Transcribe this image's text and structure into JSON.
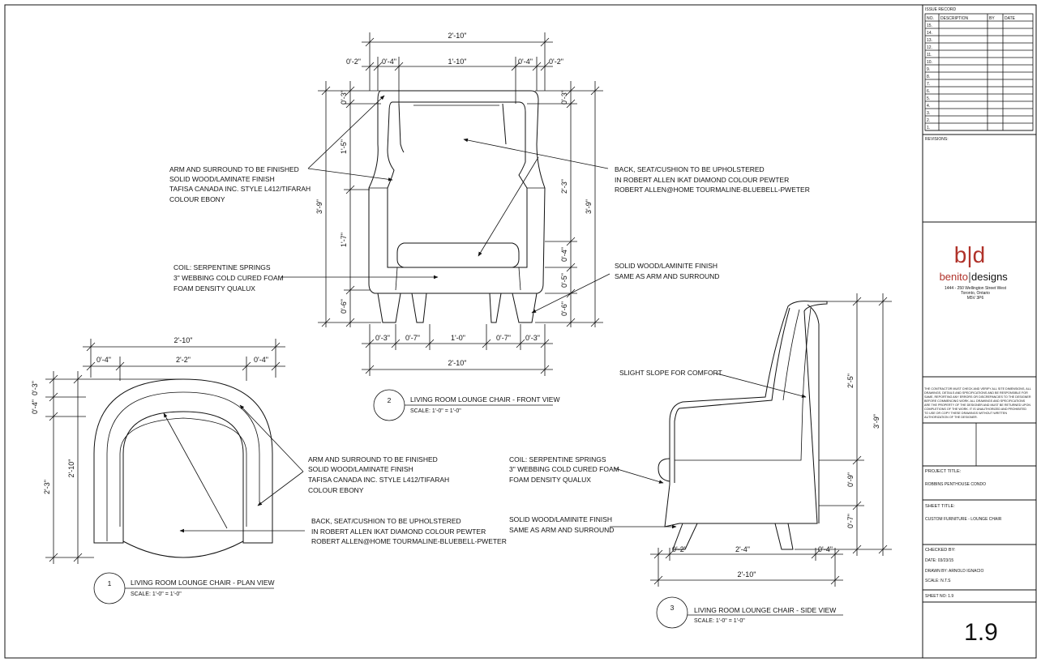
{
  "title_block": {
    "issue_record_label": "ISSUE RECORD",
    "issue_headers": [
      "NO.",
      "DESCRIPTION",
      "BY",
      "DATE"
    ],
    "issue_numbers": [
      "15.",
      "14.",
      "13.",
      "12.",
      "11.",
      "10.",
      "9.",
      "8.",
      "7.",
      "6.",
      "5.",
      "4.",
      "3.",
      "2.",
      "1."
    ],
    "revisions_label": "REVISIONS:",
    "logo_mark": "b|d",
    "logo_text_left": "benito",
    "logo_text_right": "designs",
    "address_line1": "1444 - 250 Wellington Street West",
    "address_line2": "Toronto, Ontario",
    "address_line3": "M5V 3P6",
    "disclaimer": [
      "THE CONTRACTOR MUST CHECK AND VERIFY ALL SITE DIMENSIONS, ALL",
      "DRAWINGS, DETAILS AND SPECIFICATIONS AND BE RESPONSIBLE FOR",
      "SAME, REPORTING ANY ERRORS OR DISCREPANCIES TO THE DESIGNER",
      "BEFORE COMMENCING WORK. ALL DRAWINGS AND SPECIFICATIONS",
      "ARE THE PROPERTY OF THE DESIGNER AND MUST BE RETURNED UPON",
      "COMPLETIONS OF THE WORK. IT IS UNAUTHORIZED AND PROHIBITED",
      "TO USE OR COPY THESE DRAWINGS WITHOUT WRITTEN",
      "AUTHORIZATION OF THE DESIGNER."
    ],
    "project_title_label": "PROJECT TITLE:",
    "project_title": "ROBBINS PENTHOUSE CONDO",
    "sheet_title_label": "SHEET TITLE:",
    "sheet_title": "CUSTOM FURNITURE - LOUNGE CHAIR",
    "checked_by": "CHECKED BY:",
    "date": "DATE:  03/23/15",
    "drawn_by": "DRAWN BY:  ARNOLD IGNACIO",
    "scale": "SCALE:  N.T.S",
    "sheet_no": "SHEET NO:  1.9",
    "sheet_number_large": "1.9"
  },
  "front_view": {
    "number": "2",
    "title": "LIVING ROOM LOUNGE CHAIR - FRONT VIEW",
    "scale": "SCALE:  1'-0\" = 1'-0\"",
    "dims": {
      "top_overall": "2'-10\"",
      "top_a": "0'-2\"",
      "top_b": "0'-4\"",
      "top_c": "1'-10\"",
      "top_d": "0'-4\"",
      "top_e": "0'-2\"",
      "left_a": "0'-3\"",
      "left_b": "1'-5\"",
      "left_c": "1'-7\"",
      "left_d": "0'-6\"",
      "left_overall": "3'-9\"",
      "right_a": "0'-3\"",
      "right_b": "2'-3\"",
      "right_c": "0'-4\"",
      "right_d": "0'-5\"",
      "right_e": "0'-6\"",
      "right_overall": "3'-9\"",
      "bottom_a": "0'-3\"",
      "bottom_b": "0'-7\"",
      "bottom_c": "1'-0\"",
      "bottom_d": "0'-7\"",
      "bottom_e": "0'-3\"",
      "bottom_overall": "2'-10\""
    },
    "note_arm": [
      "ARM AND SURROUND TO BE FINISHED",
      "SOLID WOOD/LAMINATE FINISH",
      "TAFISA CANADA INC. STYLE L412/TIFARAH",
      "COLOUR EBONY"
    ],
    "note_back": [
      "BACK, SEAT/CUSHION TO BE UPHOLSTERED",
      "IN ROBERT ALLEN IKAT DIAMOND COLOUR PEWTER",
      "ROBERT ALLEN@HOME TOURMALINE-BLUEBELL-PWETER"
    ],
    "note_coil": [
      "COIL: SERPENTINE SPRINGS",
      "3\" WEBBING COLD CURED FOAM",
      "FOAM DENSITY QUALUX"
    ],
    "note_solid": [
      "SOLID WOOD/LAMINITE FINISH",
      "SAME AS ARM AND SURROUND"
    ]
  },
  "plan_view": {
    "number": "1",
    "title": "LIVING ROOM LOUNGE CHAIR - PLAN VIEW",
    "scale": "SCALE:  1'-0\" = 1'-0\"",
    "dims": {
      "top_overall": "2'-10\"",
      "top_a": "0'-4\"",
      "top_b": "2'-2\"",
      "top_c": "0'-4\"",
      "left_a": "0'-3\"",
      "left_b": "0'-4\"",
      "left_c": "2'-3\"",
      "left_overall": "2'-10\""
    },
    "note_arm": [
      "ARM AND SURROUND TO BE FINISHED",
      "SOLID WOOD/LAMINATE FINISH",
      "TAFISA CANADA INC. STYLE L412/TIFARAH",
      "COLOUR EBONY"
    ],
    "note_back": [
      "BACK, SEAT/CUSHION TO BE UPHOLSTERED",
      "IN ROBERT ALLEN IKAT DIAMOND COLOUR PEWTER",
      "ROBERT ALLEN@HOME TOURMALINE-BLUEBELL-PWETER"
    ]
  },
  "side_view": {
    "number": "3",
    "title": "LIVING ROOM LOUNGE CHAIR - SIDE VIEW",
    "scale": "SCALE:  1'-0\" = 1'-0\"",
    "dims": {
      "right_a": "2'-5\"",
      "right_b": "0'-9\"",
      "right_c": "0'-7\"",
      "right_overall": "3'-9\"",
      "bottom_a": "0'-2\"",
      "bottom_b": "2'-4\"",
      "bottom_c": "0'-4\"",
      "bottom_overall": "2'-10\""
    },
    "note_slope": "SLIGHT SLOPE FOR COMFORT",
    "note_coil": [
      "COIL: SERPENTINE SPRINGS",
      "3\" WEBBING COLD CURED FOAM",
      "FOAM DENSITY QUALUX"
    ],
    "note_solid": [
      "SOLID WOOD/LAMINITE FINISH",
      "SAME AS ARM AND SURROUND"
    ]
  },
  "colors": {
    "line": "#111111",
    "logo_red": "#b0322a"
  }
}
